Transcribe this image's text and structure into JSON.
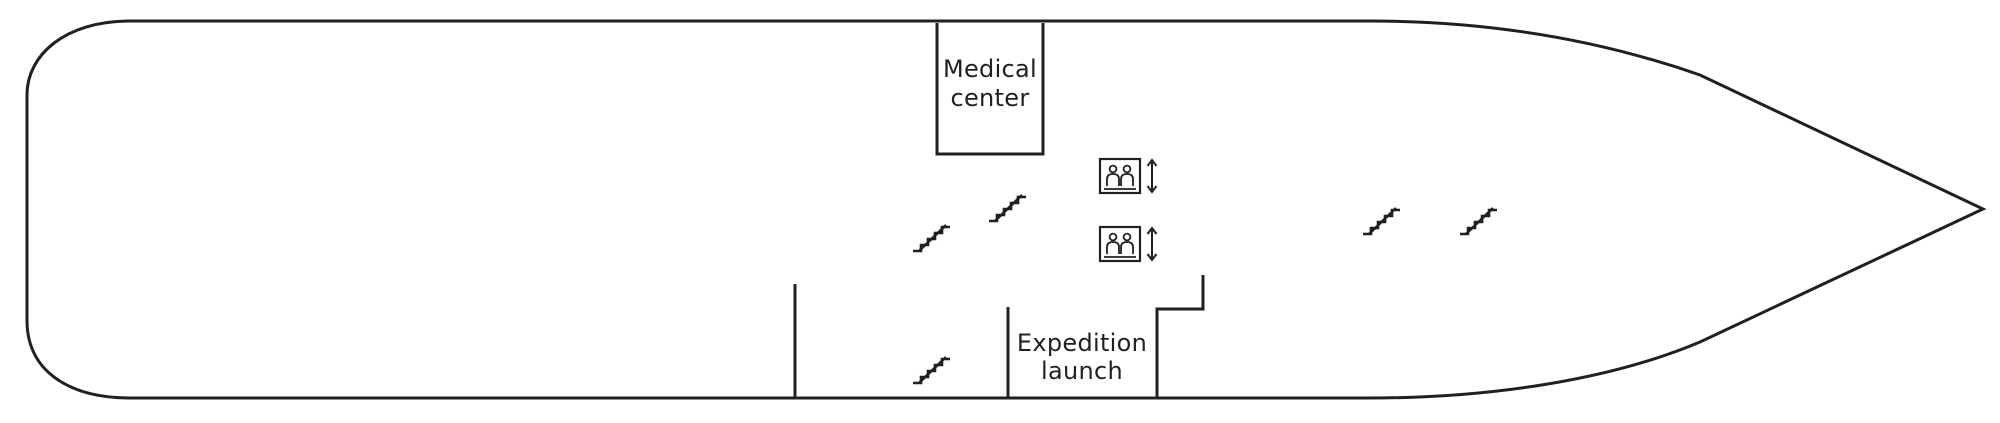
{
  "deck_plan": {
    "rooms": {
      "medical_center": {
        "line1": "Medical",
        "line2": "center"
      },
      "expedition_launch": {
        "line1": "Expedition",
        "line2": "launch"
      }
    },
    "icons": {
      "stairs": "stairs-icon",
      "elevator": "elevator-icon",
      "elevator_arrows": "up-down-arrow-icon"
    },
    "colors": {
      "line": "#231f20",
      "background": "#ffffff"
    }
  }
}
